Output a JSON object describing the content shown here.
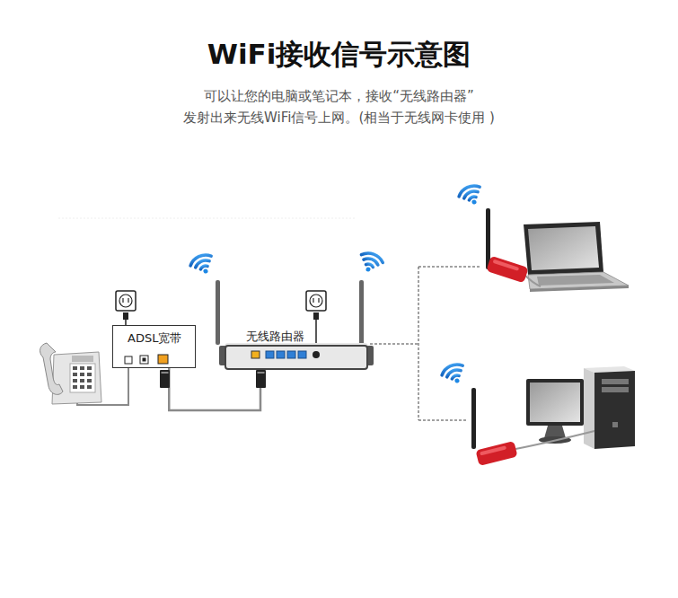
{
  "diagram": {
    "title": "WiFi接收信号示意图",
    "nodes": [
      {
        "text": [
          "ADSL宽带"
        ]
      },
      {
        "text": [
          "无线路由器"
        ]
      }
    ],
    "edges": [
      {
        "from": 0,
        "to": 1,
        "arrow": "none"
      }
    ],
    "labels": [
      "可以让您的电脑或笔记本，接收“无线路由器”",
      "发射出来无线WiFi信号上网。(相当于无线网卡使用 )"
    ]
  }
}
